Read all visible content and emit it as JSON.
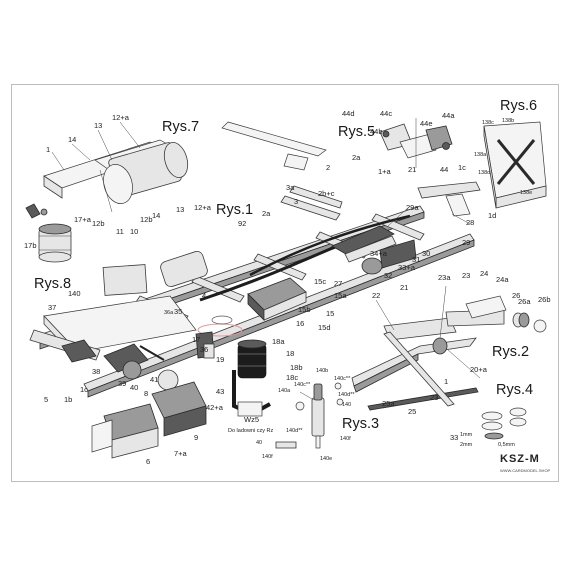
{
  "figures": {
    "rys1": "Rys.1",
    "rys2": "Rys.2",
    "rys3": "Rys.3",
    "rys4": "Rys.4",
    "rys5": "Rys.5",
    "rys6": "Rys.6",
    "rys7": "Rys.7",
    "rys8": "Rys.8"
  },
  "notes": {
    "wzs": "Wz5",
    "wzs_sub": "Do ladowni czy Rz",
    "mm1": "1mm",
    "mm2": "2mm",
    "mm3": "0,5mm"
  },
  "brand": {
    "logo": "KSZ-M",
    "sub": "WWW.CARDMODEL.SHOP"
  },
  "labels": {
    "l1": "1",
    "l14": "14",
    "l13": "13",
    "l12a": "12+a",
    "l12b": "12b",
    "l17a": "17+a",
    "l17b": "17b",
    "l11": "11",
    "l10": "10",
    "l12bb": "12b",
    "l14b": "14",
    "l13b": "13",
    "l12ab": "12+a",
    "l92": "92",
    "l2a": "2a",
    "l3a": "3a",
    "l3": "3",
    "l2": "2",
    "l2bc": "2b+c",
    "l1a": "1+a",
    "l29a": "29a",
    "l1d": "1d",
    "l1c": "1c",
    "l28": "28",
    "l29": "29",
    "l30": "30",
    "l31": "31",
    "l32": "32",
    "l33a": "33+a",
    "l34a": "34+a",
    "l27": "27",
    "l15c": "15c",
    "l15a": "15a",
    "l15": "15",
    "l15b": "15b",
    "l15d": "15d",
    "l16": "16",
    "l4": "4",
    "l140": "140",
    "l37": "37",
    "l35": "35",
    "l36": "36",
    "l17": "17",
    "l19": "19",
    "l18a": "18a",
    "l18": "18",
    "l18b": "18b",
    "l18c": "18c",
    "l38": "38",
    "l39": "39",
    "l40": "40",
    "l41": "41",
    "l8": "8",
    "l43": "43",
    "l42a": "42+a",
    "l5": "5",
    "l1b": "1b",
    "l1cc": "1c",
    "l9": "9",
    "l6": "6",
    "l7a": "7+a",
    "l140a": "140a",
    "l140b": "140b",
    "l140c": "140c**",
    "l140cc": "140c**",
    "l140d": "140d**",
    "l140e": "140",
    "l140f": "140f",
    "l140g": "140e",
    "l140h": "140f",
    "l140dd": "140d**",
    "l40b": "40",
    "l22": "22",
    "l21": "21",
    "l23a": "23a",
    "l23": "23",
    "l24": "24",
    "l24a": "24a",
    "l26": "26",
    "l26a": "26a",
    "l26b": "26b",
    "l20a": "20+a",
    "l1x": "1",
    "l25a": "25a",
    "l25": "25",
    "l23b": "23",
    "l44d": "44d",
    "l44c": "44c",
    "l44e": "44e",
    "l44a": "44a",
    "l44b": "44b",
    "l44": "44",
    "l21b": "21",
    "l33": "33",
    "l138c": "138c",
    "l138b": "138b",
    "l138a": "138a",
    "l138d": "138d",
    "l138e": "138e",
    "l36b": "36a"
  }
}
